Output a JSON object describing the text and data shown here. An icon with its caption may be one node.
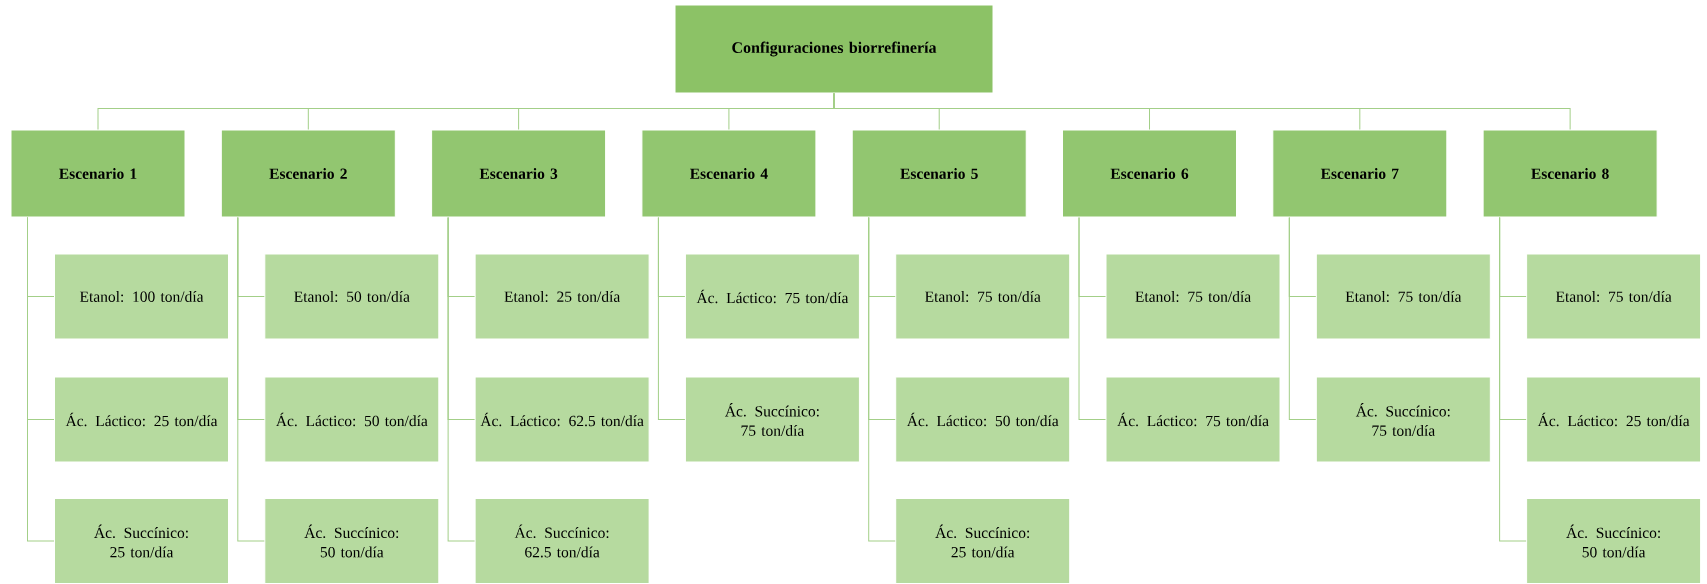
{
  "diagram": {
    "nodes": [
      {
        "text": [
          "Configuraciones biorrefinería"
        ]
      },
      {
        "text": [
          "Escenario 1"
        ]
      },
      {
        "text": [
          "Etanol: 100 ton/día"
        ]
      },
      {
        "text": [
          "Ác. Láctico: 25 ton/día"
        ]
      },
      {
        "text": [
          "Ác. Succínico: 25 ton/día"
        ]
      },
      {
        "text": [
          "Escenario 2"
        ]
      },
      {
        "text": [
          "Etanol: 50 ton/día"
        ]
      },
      {
        "text": [
          "Ác. Láctico: 50 ton/día"
        ]
      },
      {
        "text": [
          "Ác. Succínico: 50 ton/día"
        ]
      },
      {
        "text": [
          "Escenario 3"
        ]
      },
      {
        "text": [
          "Etanol: 25 ton/día"
        ]
      },
      {
        "text": [
          "Ác. Láctico: 62.5 ton/día"
        ]
      },
      {
        "text": [
          "Ác. Succínico: 62.5 ton/día"
        ]
      },
      {
        "text": [
          "Escenario 4"
        ]
      },
      {
        "text": [
          "Ác. Láctico: 75 ton/día"
        ]
      },
      {
        "text": [
          "Ác. Succínico: 75 ton/día"
        ]
      },
      {
        "text": [
          "Escenario 5"
        ]
      },
      {
        "text": [
          "Etanol: 75 ton/día"
        ]
      },
      {
        "text": [
          "Ác. Láctico: 50 ton/día"
        ]
      },
      {
        "text": [
          "Ác. Succínico: 25 ton/día"
        ]
      },
      {
        "text": [
          "Escenario 6"
        ]
      },
      {
        "text": [
          "Etanol: 75 ton/día"
        ]
      },
      {
        "text": [
          "Ác. Láctico: 75 ton/día"
        ]
      },
      {
        "text": [
          "Escenario 7"
        ]
      },
      {
        "text": [
          "Etanol: 75 ton/día"
        ]
      },
      {
        "text": [
          "Ác. Succínico: 75 ton/día"
        ]
      },
      {
        "text": [
          "Escenario 8"
        ]
      },
      {
        "text": [
          "Etanol: 75 ton/día"
        ]
      },
      {
        "text": [
          "Ác. Láctico: 25 ton/día"
        ]
      },
      {
        "text": [
          "Ác. Succínico: 50 ton/día"
        ]
      }
    ],
    "edges": [
      {
        "from": 0,
        "to": 1,
        "arrow": "none"
      },
      {
        "from": 0,
        "to": 5,
        "arrow": "none"
      },
      {
        "from": 0,
        "to": 9,
        "arrow": "none"
      },
      {
        "from": 0,
        "to": 13,
        "arrow": "none"
      },
      {
        "from": 0,
        "to": 16,
        "arrow": "none"
      },
      {
        "from": 0,
        "to": 20,
        "arrow": "none"
      },
      {
        "from": 0,
        "to": 23,
        "arrow": "none"
      },
      {
        "from": 0,
        "to": 26,
        "arrow": "none"
      },
      {
        "from": 1,
        "to": 2,
        "arrow": "none"
      },
      {
        "from": 1,
        "to": 3,
        "arrow": "none"
      },
      {
        "from": 1,
        "to": 4,
        "arrow": "none"
      },
      {
        "from": 5,
        "to": 6,
        "arrow": "none"
      },
      {
        "from": 5,
        "to": 7,
        "arrow": "none"
      },
      {
        "from": 5,
        "to": 8,
        "arrow": "none"
      },
      {
        "from": 9,
        "to": 10,
        "arrow": "none"
      },
      {
        "from": 9,
        "to": 11,
        "arrow": "none"
      },
      {
        "from": 9,
        "to": 12,
        "arrow": "none"
      },
      {
        "from": 13,
        "to": 14,
        "arrow": "none"
      },
      {
        "from": 13,
        "to": 15,
        "arrow": "none"
      },
      {
        "from": 16,
        "to": 17,
        "arrow": "none"
      },
      {
        "from": 16,
        "to": 18,
        "arrow": "none"
      },
      {
        "from": 16,
        "to": 19,
        "arrow": "none"
      },
      {
        "from": 20,
        "to": 21,
        "arrow": "none"
      },
      {
        "from": 20,
        "to": 22,
        "arrow": "none"
      },
      {
        "from": 23,
        "to": 24,
        "arrow": "none"
      },
      {
        "from": 23,
        "to": 25,
        "arrow": "none"
      },
      {
        "from": 26,
        "to": 27,
        "arrow": "none"
      },
      {
        "from": 26,
        "to": 28,
        "arrow": "none"
      },
      {
        "from": 26,
        "to": 29,
        "arrow": "none"
      }
    ]
  }
}
